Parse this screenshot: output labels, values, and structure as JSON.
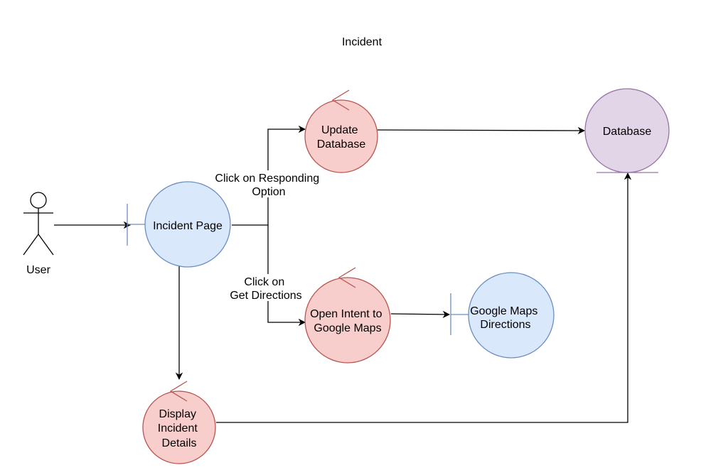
{
  "title": "Incident",
  "actor": {
    "label": "User"
  },
  "nodes": {
    "incident_page": {
      "lines": [
        "Incident Page"
      ]
    },
    "update_database": {
      "lines": [
        "Update",
        "Database"
      ]
    },
    "database": {
      "lines": [
        "Database"
      ]
    },
    "open_intent": {
      "lines": [
        "Open Intent to",
        "Google Maps"
      ]
    },
    "google_maps": {
      "lines": [
        "Google Maps",
        "Directions"
      ]
    },
    "display_details": {
      "lines": [
        "Display",
        "Incident",
        "Details"
      ]
    }
  },
  "edges": {
    "click_responding": {
      "lines": [
        "Click on Responding",
        "Option"
      ]
    },
    "click_directions": {
      "lines": [
        "Click on",
        "Get Directions"
      ]
    }
  },
  "colors": {
    "boundary_fill": "#dae8fc",
    "boundary_stroke": "#6c8ebf",
    "control_fill": "#f8cecc",
    "control_stroke": "#b85450",
    "entity_fill": "#e1d5e7",
    "entity_stroke": "#9673a6",
    "line": "#000000"
  }
}
